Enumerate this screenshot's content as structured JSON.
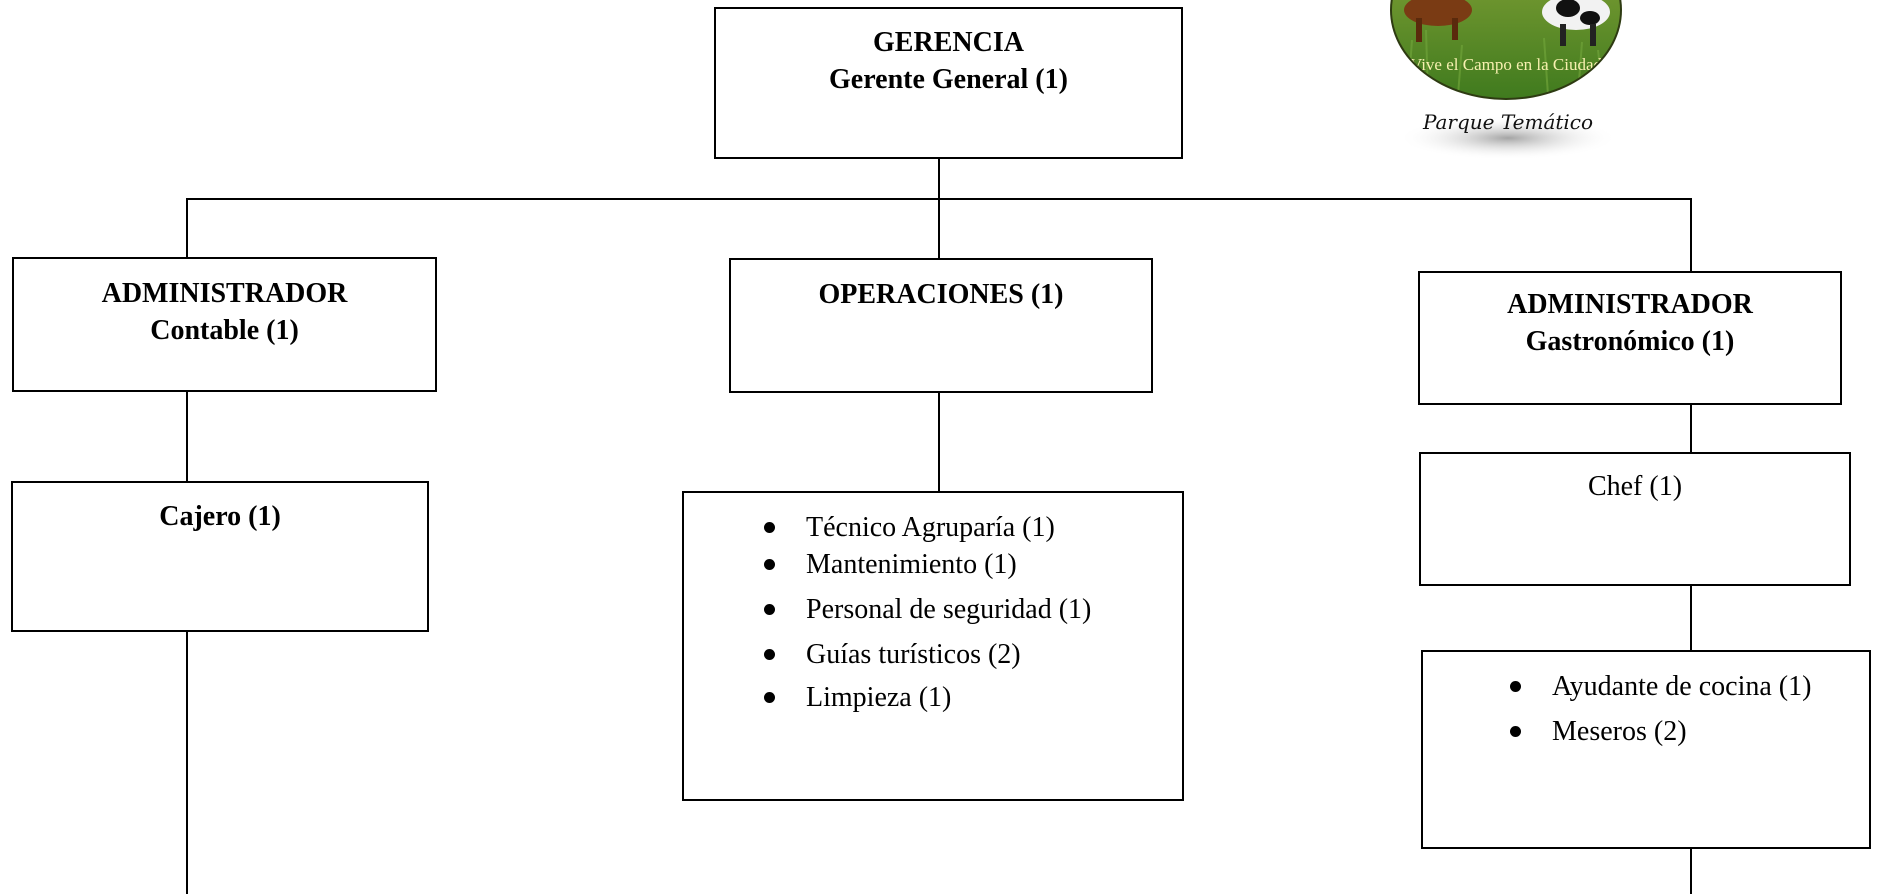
{
  "gerencia": {
    "line1": "GERENCIA",
    "line2": "Gerente General  (1)"
  },
  "admin_contable": {
    "line1": "ADMINISTRADOR",
    "line2": "Contable (1)"
  },
  "operaciones": {
    "title": "OPERACIONES (1)"
  },
  "admin_gastro": {
    "line1": "ADMINISTRADOR",
    "line2": "Gastronómico (1)"
  },
  "cajero": {
    "title": "Cajero (1)"
  },
  "operaciones_staff": {
    "items": [
      "Técnico Agruparía (1)",
      "Mantenimiento (1)",
      "Personal de seguridad (1)",
      "Guías turísticos (2)",
      "Limpieza (1)"
    ]
  },
  "chef": {
    "title": "Chef (1)"
  },
  "cocina_staff": {
    "items": [
      "Ayudante de cocina (1)",
      "Meseros (2)"
    ]
  },
  "logo": {
    "motto": "\"Vive el Campo en la Ciudad\"",
    "caption": "Parque Temático",
    "colors": {
      "sky": "#8fa83a",
      "grass": "#3f7a1e",
      "ring": "#2e3b12"
    }
  }
}
